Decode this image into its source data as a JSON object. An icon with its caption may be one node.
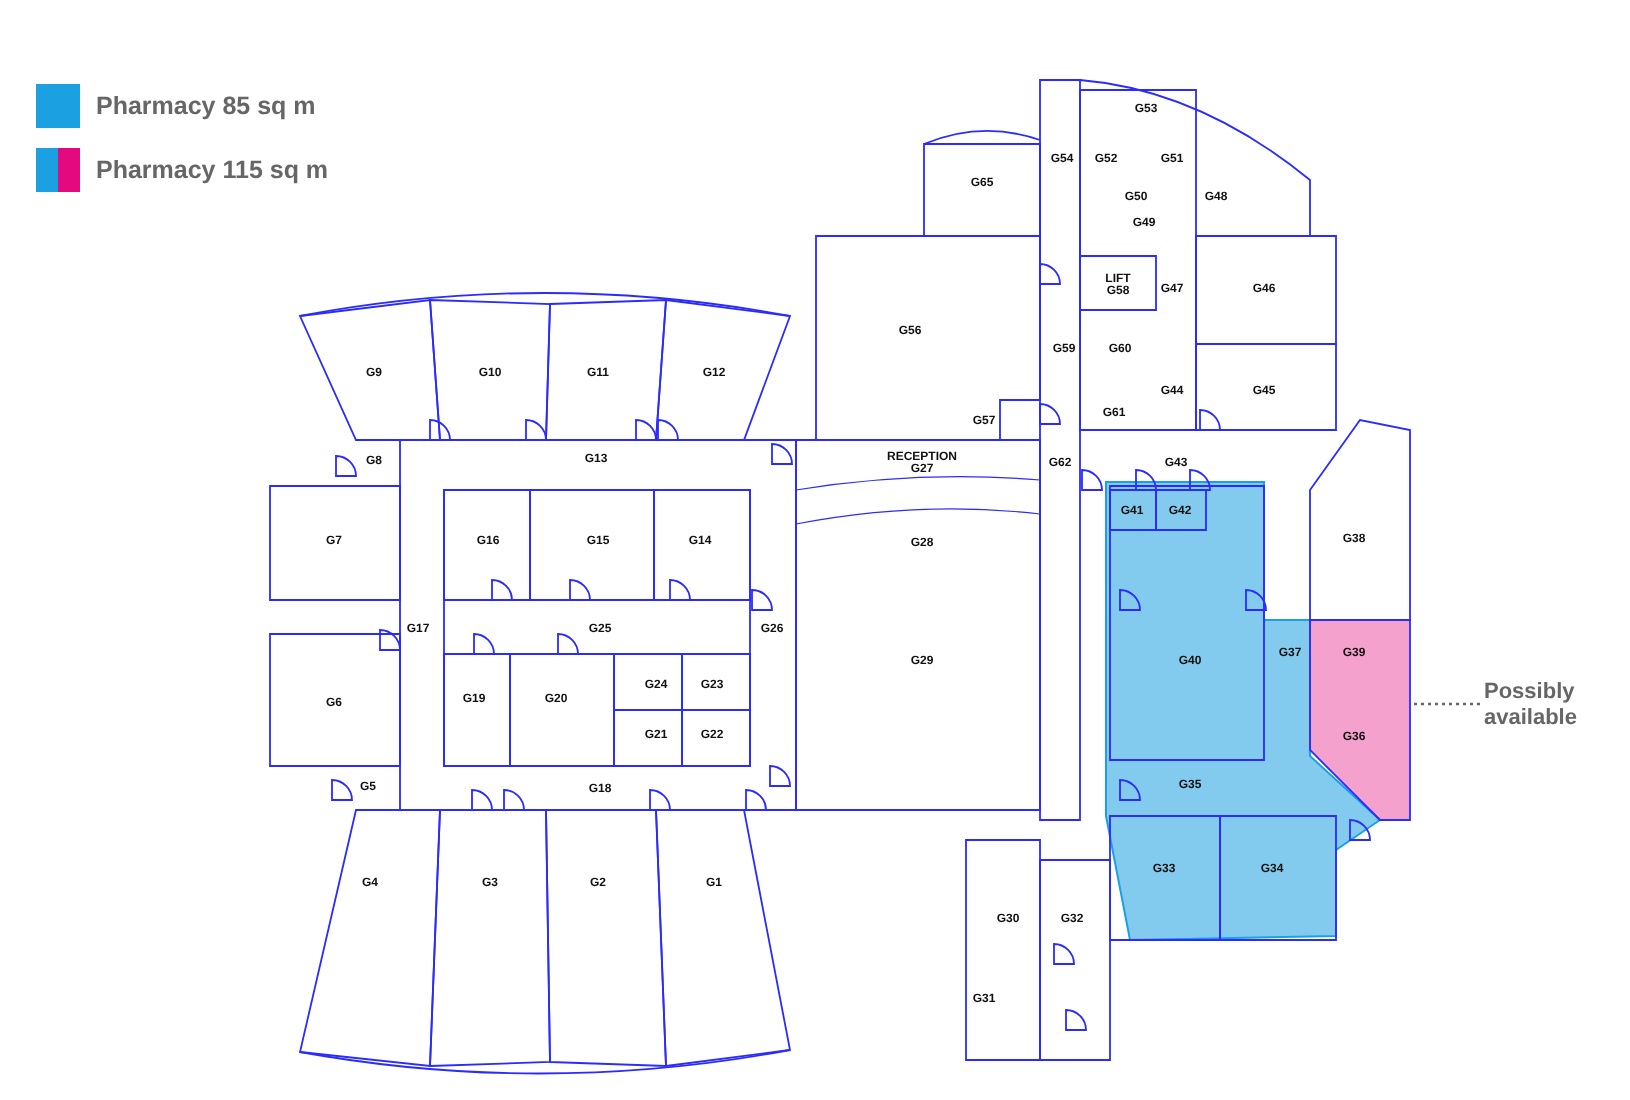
{
  "diagram": {
    "nodes": [
      {
        "text": [
          "Possibly available"
        ]
      },
      {
        "text": [],
        "shape": "box"
      }
    ],
    "edges": [
      {
        "from": 0,
        "to": 1,
        "arrow": "none",
        "style": "dashed"
      }
    ],
    "labels": [
      "G53",
      "G54",
      "G52",
      "G51",
      "G65",
      "G50",
      "G48",
      "G49",
      "LIFT",
      "G58",
      "G47",
      "G46",
      "G56",
      "G59",
      "G60",
      "G9",
      "G10",
      "G11",
      "G12",
      "G44",
      "G45",
      "G61",
      "G57",
      "G8",
      "G13",
      "RECEPTION",
      "G27",
      "G62",
      "G43",
      "G41",
      "G42",
      "G7",
      "G16",
      "G15",
      "G14",
      "G28",
      "G38",
      "G17",
      "G25",
      "G26",
      "G37",
      "G39",
      "G29",
      "G40",
      "G24",
      "G23",
      "G19",
      "G20",
      "G6",
      "G21",
      "G22",
      "G36",
      "G5",
      "G18",
      "G35",
      "G33",
      "G34",
      "G4",
      "G3",
      "G2",
      "G1",
      "G30",
      "G32",
      "G31"
    ],
    "legend": [
      {
        "text": "Pharmacy 85 sq m",
        "color": "#1ba1e2"
      },
      {
        "text": "Pharmacy 115 sq m",
        "color": "#e5097f"
      }
    ]
  }
}
